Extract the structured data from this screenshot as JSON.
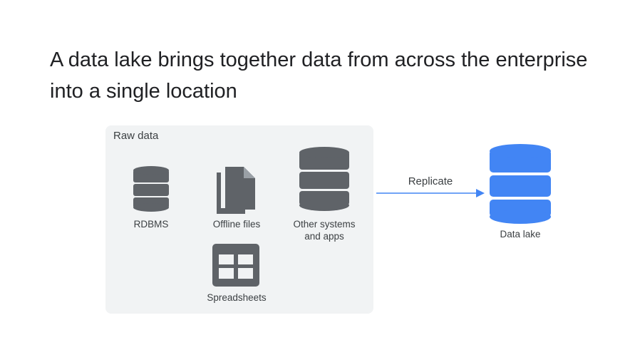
{
  "title": "A data lake brings together data from across the enterprise into a single location",
  "raw_data": {
    "label": "Raw data",
    "sources": {
      "rdbms": {
        "label": "RDBMS",
        "icon": "database-icon"
      },
      "offline_files": {
        "label": "Offline files",
        "icon": "files-icon"
      },
      "other_systems": {
        "label_line1": "Other systems",
        "label_line2": "and apps",
        "icon": "database-icon"
      },
      "spreadsheets": {
        "label": "Spreadsheets",
        "icon": "spreadsheet-icon"
      }
    }
  },
  "flow": {
    "label": "Replicate",
    "icon": "arrow-right-icon"
  },
  "data_lake": {
    "label": "Data lake",
    "icon": "database-icon"
  },
  "colors": {
    "panel_bg": "#f1f3f4",
    "icon_gray": "#5f6368",
    "accent_blue": "#4285f4",
    "text": "#202124"
  }
}
